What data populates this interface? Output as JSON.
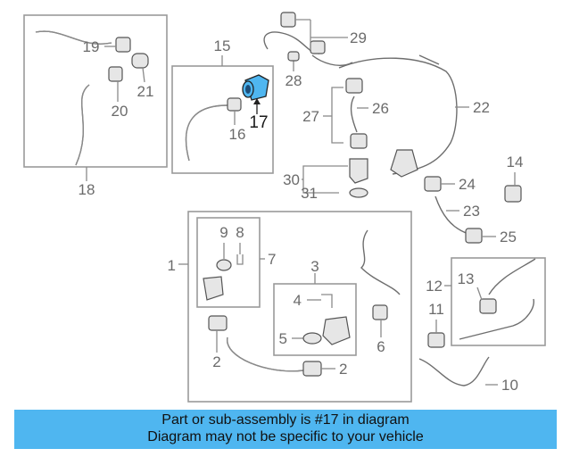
{
  "callouts": {
    "n1": "1",
    "n2a": "2",
    "n2b": "2",
    "n3": "3",
    "n4": "4",
    "n5": "5",
    "n6": "6",
    "n7": "7",
    "n8": "8",
    "n9": "9",
    "n10": "10",
    "n11": "11",
    "n12": "12",
    "n13": "13",
    "n14": "14",
    "n15": "15",
    "n16": "16",
    "n17": "17",
    "n18": "18",
    "n19": "19",
    "n20": "20",
    "n21": "21",
    "n22": "22",
    "n23": "23",
    "n24": "24",
    "n25": "25",
    "n26": "26",
    "n27": "27",
    "n28": "28",
    "n29": "29",
    "n30": "30",
    "n31": "31"
  },
  "highlight": {
    "part_number": "17",
    "color": "#4fb6f0"
  },
  "banner": {
    "line1": "Part or sub-assembly is #17 in diagram",
    "line2": "Diagram may not be specific to your vehicle",
    "background": "#4fb6f0"
  }
}
